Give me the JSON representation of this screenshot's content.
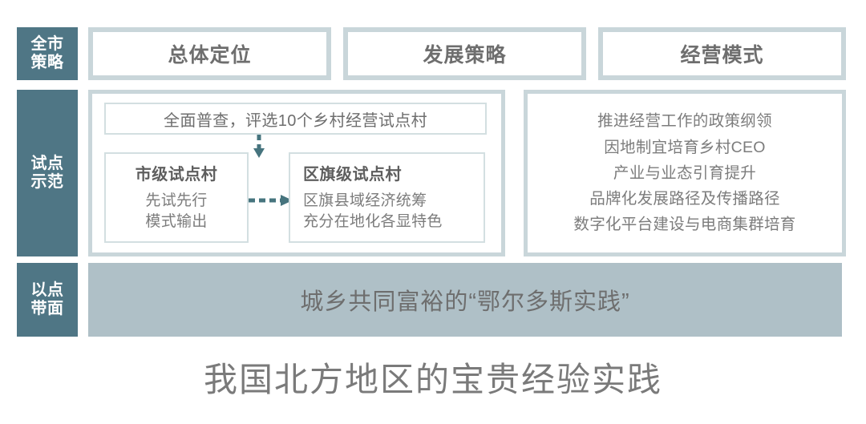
{
  "stages": [
    {
      "id": "quanshi-celue",
      "line1": "全市",
      "line2": "策略"
    },
    {
      "id": "shidian-shifan",
      "line1": "试点",
      "line2": "示范"
    },
    {
      "id": "yidian-daimian",
      "line1": "以点",
      "line2": "带面"
    }
  ],
  "headers": [
    {
      "id": "zongti-dingwei",
      "label": "总体定位"
    },
    {
      "id": "fazhan-celue",
      "label": "发展策略"
    },
    {
      "id": "jingying-moshi",
      "label": "经营模式"
    }
  ],
  "pilot": {
    "survey": "全面普查，评选10个乡村经营试点村",
    "city_village": {
      "title": "市级试点村",
      "lines": [
        "先试先行",
        "模式输出"
      ]
    },
    "district_village": {
      "title": "区旗级试点村",
      "lines": [
        "区旗县域经济统筹",
        "充分在地化各显特色"
      ]
    },
    "arrow_down": "down-arrow-icon",
    "arrow_right": "right-arrow-icon"
  },
  "operations": {
    "lines": [
      "推进经营工作的政策纲领",
      "因地制宜培育乡村CEO",
      "产业与业态引育提升",
      "品牌化发展路径及传播路径",
      "数字化平台建设与电商集群培育"
    ]
  },
  "banner": {
    "text": "城乡共同富裕的“鄂尔多斯实践”"
  },
  "caption": {
    "text": "我国北方地区的宝贵经验实践"
  },
  "colors": {
    "stage_fill": "#4F7685",
    "header_border": "#C9D6DA",
    "panel_border": "#C9D6DA",
    "inner_border": "#D3DFE1",
    "banner_fill": "#AFC0C7",
    "arrow": "#46747E",
    "text_gray": "#6E6E6E"
  }
}
